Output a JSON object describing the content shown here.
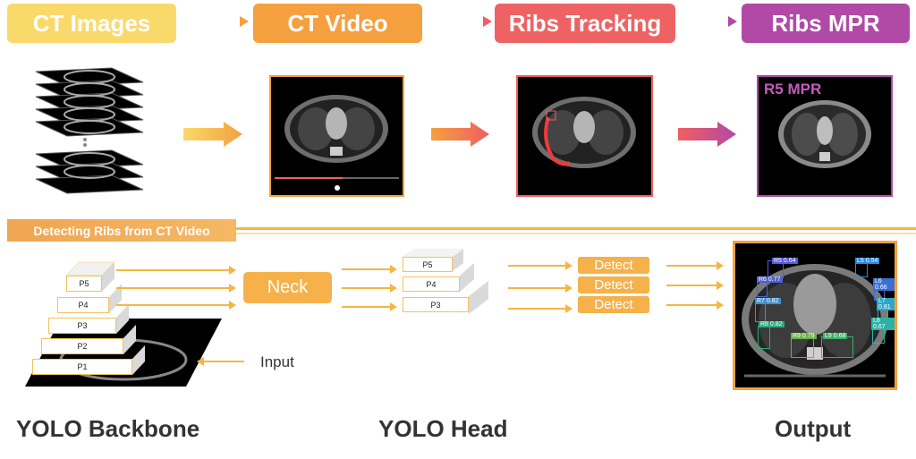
{
  "stages": {
    "ct_images": "CT Images",
    "ct_video": "CT Video",
    "ribs_tracking": "Ribs Tracking",
    "ribs_mpr": "Ribs MPR"
  },
  "mpr_label": "R5 MPR",
  "section_banner": "Detecting Ribs from CT Video",
  "backbone": {
    "levels": [
      "P5",
      "P4",
      "P3",
      "P2",
      "P1"
    ],
    "input_label": "Input",
    "title": "YOLO Backbone"
  },
  "neck_label": "Neck",
  "head": {
    "levels": [
      "P5",
      "P4",
      "P3"
    ],
    "detect_labels": [
      "Detect",
      "Detect",
      "Detect"
    ],
    "title": "YOLO Head"
  },
  "output": {
    "title": "Output",
    "boxes": [
      {
        "label": "R5 0.64",
        "color": "#5a5adf"
      },
      {
        "label": "L5 0.54",
        "color": "#2b8be0"
      },
      {
        "label": "R6 0.77",
        "color": "#4e62d6"
      },
      {
        "label": "L6 0.66",
        "color": "#3b6fd4"
      },
      {
        "label": "R7 0.82",
        "color": "#3f8fd0"
      },
      {
        "label": "L7 0.81",
        "color": "#29a9c9"
      },
      {
        "label": "R8 0.82",
        "color": "#2fa87a"
      },
      {
        "label": "L8 0.67",
        "color": "#2bb2a8"
      },
      {
        "label": "R9 0.79",
        "color": "#6ab34a"
      },
      {
        "label": "L9 0.68",
        "color": "#3bb268"
      }
    ]
  },
  "colors": {
    "yellow": "#f9d96a",
    "orange": "#f5a03f",
    "red": "#ef5f61",
    "purple": "#b14aa6"
  }
}
